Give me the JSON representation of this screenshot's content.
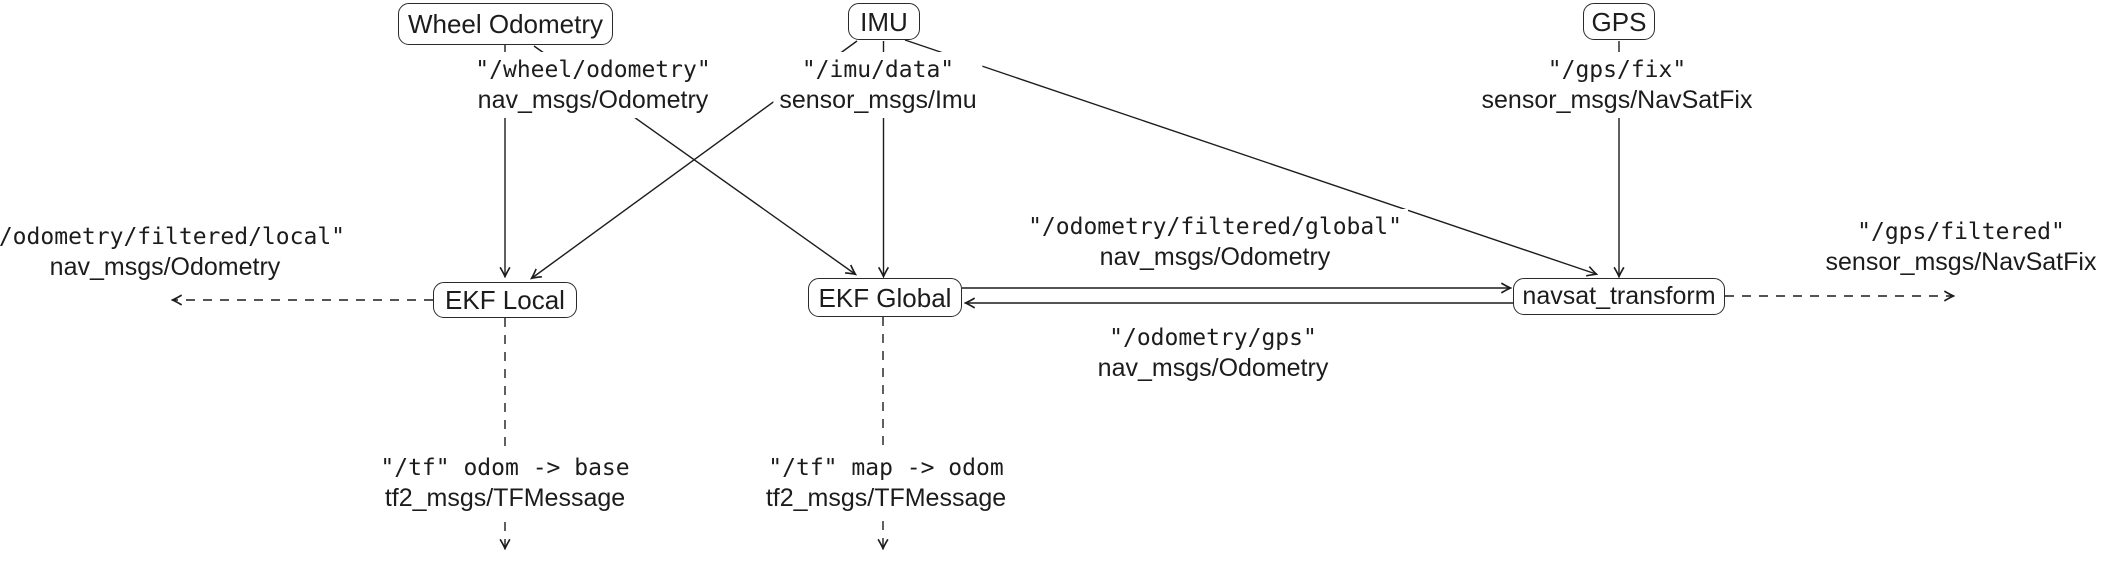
{
  "diagram": {
    "colors": {
      "stroke": "#1c1c1c",
      "background": "#ffffff"
    },
    "nodes": {
      "wheel_odometry": {
        "label": "Wheel Odometry"
      },
      "imu": {
        "label": "IMU"
      },
      "gps": {
        "label": "GPS"
      },
      "ekf_local": {
        "label": "EKF Local"
      },
      "ekf_global": {
        "label": "EKF Global"
      },
      "navsat_transform": {
        "label": "navsat_transform"
      }
    },
    "topics": {
      "wheel": {
        "topic": "\"/wheel/odometry\"",
        "type": "nav_msgs/Odometry"
      },
      "imu": {
        "topic": "\"/imu/data\"",
        "type": "sensor_msgs/Imu"
      },
      "gps": {
        "topic": "\"/gps/fix\"",
        "type": "sensor_msgs/NavSatFix"
      },
      "odom_local": {
        "topic": "\"/odometry/filtered/local\"",
        "type": "nav_msgs/Odometry"
      },
      "odom_global": {
        "topic": "\"/odometry/filtered/global\"",
        "type": "nav_msgs/Odometry"
      },
      "odom_gps": {
        "topic": "\"/odometry/gps\"",
        "type": "nav_msgs/Odometry"
      },
      "gps_filtered": {
        "topic": "\"/gps/filtered\"",
        "type": "sensor_msgs/NavSatFix"
      },
      "tf_local": {
        "topic": "\"/tf\" odom -> base",
        "type": "tf2_msgs/TFMessage"
      },
      "tf_global": {
        "topic": "\"/tf\" map -> odom",
        "type": "tf2_msgs/TFMessage"
      }
    }
  }
}
